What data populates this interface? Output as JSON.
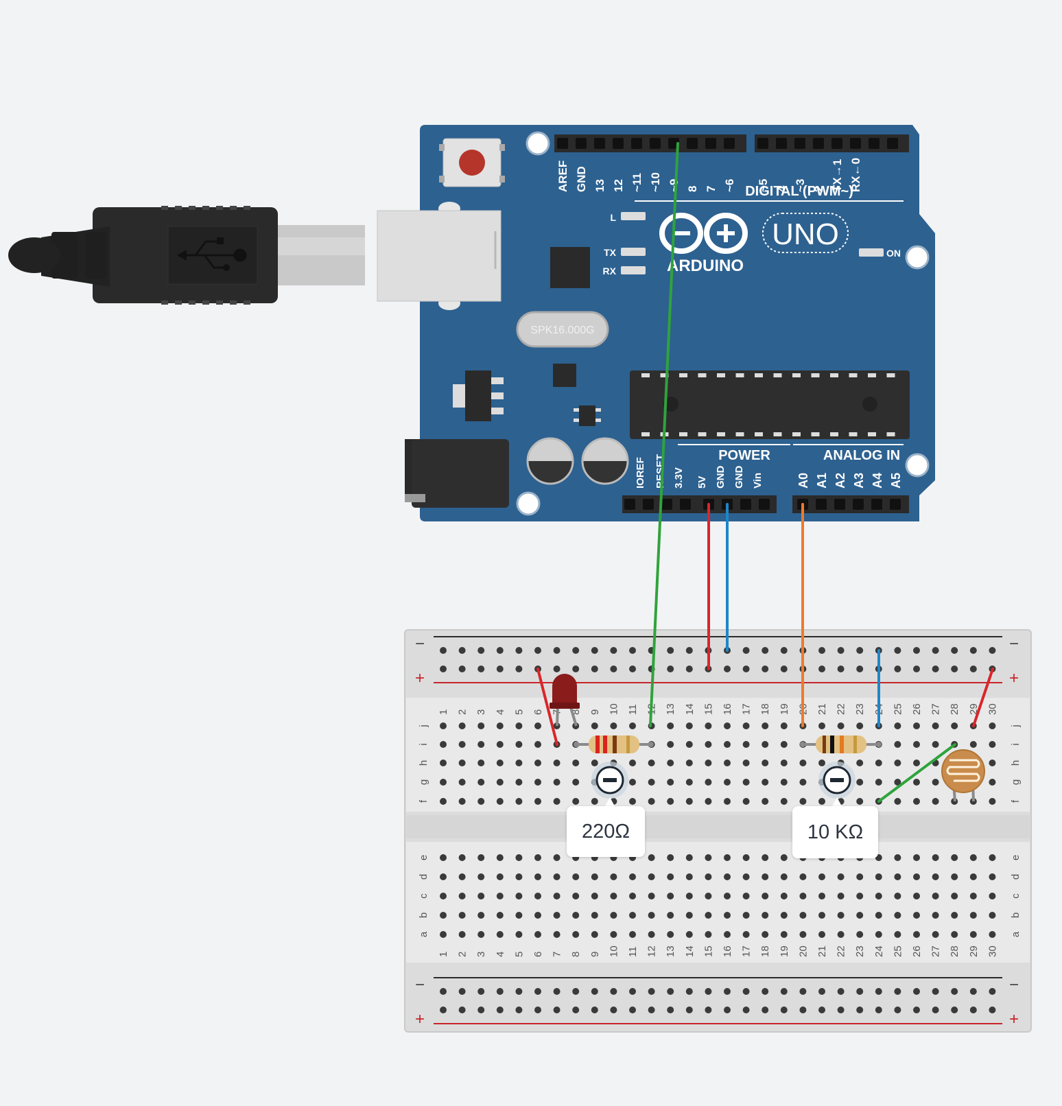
{
  "arduino": {
    "name": "ARDUINO",
    "model": "UNO",
    "crystal": "SPK16.000G",
    "digital_header_label": "DIGITAL (PWM~)",
    "power_label": "POWER",
    "analog_label": "ANALOG IN",
    "led_labels": [
      "L",
      "TX",
      "RX"
    ],
    "on_label": "ON",
    "digital_pins": [
      "AREF",
      "GND",
      "13",
      "12",
      "~11",
      "~10",
      "~9",
      "8",
      "7",
      "~6",
      "~5",
      "4",
      "~3",
      "2",
      "TX→1",
      "RX←0"
    ],
    "power_pins": [
      "IOREF",
      "RESET",
      "3.3V",
      "5V",
      "GND",
      "GND",
      "Vin"
    ],
    "analog_pins": [
      "A0",
      "A1",
      "A2",
      "A3",
      "A4",
      "A5"
    ]
  },
  "breadboard": {
    "rows_top": [
      "j",
      "i",
      "h",
      "g",
      "f"
    ],
    "rows_bottom": [
      "e",
      "d",
      "c",
      "b",
      "a"
    ],
    "columns": [
      "1",
      "2",
      "3",
      "4",
      "5",
      "6",
      "7",
      "8",
      "9",
      "10",
      "11",
      "12",
      "13",
      "14",
      "15",
      "16",
      "17",
      "18",
      "19",
      "20",
      "21",
      "22",
      "23",
      "24",
      "25",
      "26",
      "27",
      "28",
      "29",
      "30"
    ],
    "rail_minus": "−",
    "rail_plus": "+"
  },
  "resistors": [
    {
      "label": "220Ω"
    },
    {
      "label": "10 KΩ"
    }
  ],
  "colors": {
    "board": "#2d6190",
    "wire_green": "#2fa33c",
    "wire_red": "#d9262b",
    "wire_blue": "#1e86c9",
    "wire_orange": "#ee7a2a",
    "led": "#8b1c1c"
  }
}
